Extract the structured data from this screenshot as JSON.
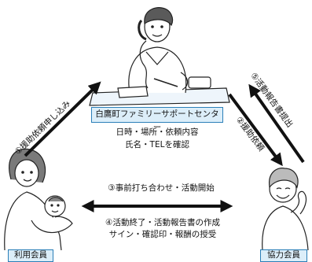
{
  "center": {
    "name": "白鷹町ファミリーサポートセンター",
    "line1": "日時・場所・依頼内容",
    "line2": "氏名・TELを確認"
  },
  "members": {
    "user": "利用会員",
    "helper": "協力会員"
  },
  "steps": {
    "s1": "①援助依頼申し込み",
    "s2": "②援助依頼",
    "s3": "③事前打ち合わせ・活動開始",
    "s4_line1": "④活動終了・活動報告書の作成",
    "s4_line2": "サイン・確認印・報酬の授受",
    "s5": "⑤活動報告書提出"
  },
  "colors": {
    "accent_border": "#2b7fb8",
    "label_fill": "#dceef9",
    "arrow": "#111111"
  }
}
